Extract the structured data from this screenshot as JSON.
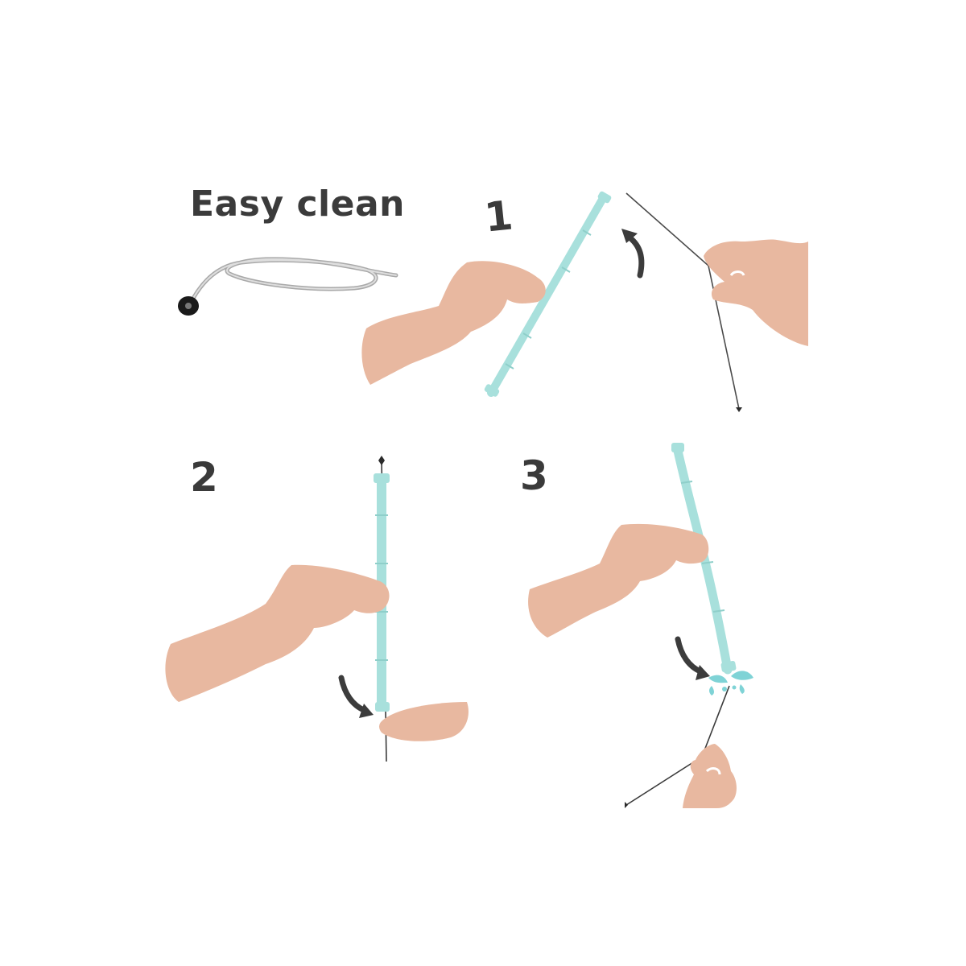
{
  "title": "Easy clean",
  "steps": [
    {
      "number": "1"
    },
    {
      "number": "2"
    },
    {
      "number": "3"
    }
  ],
  "colors": {
    "skin": "#e8b8a0",
    "tool": "#a8e0dc",
    "text": "#3b3b3b",
    "arrow": "#3c3c3c",
    "wire": "#4a4a4a",
    "coil": "#b8b8b8",
    "handle": "#1a1a1a"
  },
  "icons": [
    "curved-arrow-icon",
    "splash-icon",
    "spring-cleaner-icon"
  ]
}
